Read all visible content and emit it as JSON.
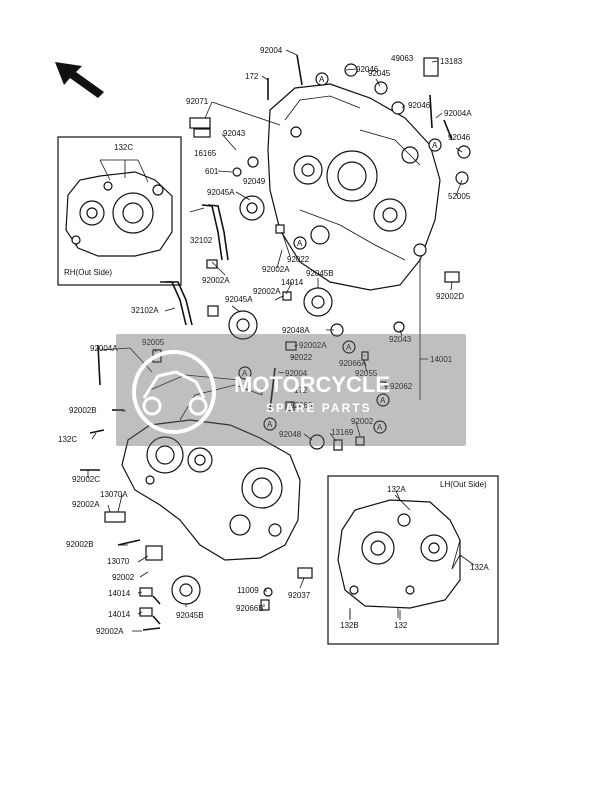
{
  "insets": {
    "rh_caption": "RH(Out Side)",
    "lh_caption": "LH(Out Side)"
  },
  "watermark": {
    "title": "MOTORCYCLE",
    "subtitle": "SPARE PARTS"
  },
  "callouts": [
    {
      "id": "c1",
      "text": "92004"
    },
    {
      "id": "c2",
      "text": "172"
    },
    {
      "id": "c3",
      "text": "92046"
    },
    {
      "id": "c4",
      "text": "92045"
    },
    {
      "id": "c5",
      "text": "49063"
    },
    {
      "id": "c6",
      "text": "13183"
    },
    {
      "id": "c7",
      "text": "92071"
    },
    {
      "id": "c8",
      "text": "92043"
    },
    {
      "id": "c9",
      "text": "16165"
    },
    {
      "id": "c10",
      "text": "601"
    },
    {
      "id": "c11",
      "text": "92049"
    },
    {
      "id": "c12",
      "text": "92045A"
    },
    {
      "id": "c13",
      "text": "32102"
    },
    {
      "id": "c14",
      "text": "92046"
    },
    {
      "id": "c15",
      "text": "92004A"
    },
    {
      "id": "c16",
      "text": "92046"
    },
    {
      "id": "c17",
      "text": "52005"
    },
    {
      "id": "c18",
      "text": "132C"
    },
    {
      "id": "c19",
      "text": "92002A"
    },
    {
      "id": "c20",
      "text": "92022"
    },
    {
      "id": "c21",
      "text": "92002A"
    },
    {
      "id": "c22",
      "text": "92045B"
    },
    {
      "id": "c23",
      "text": "92002A"
    },
    {
      "id": "c24",
      "text": "14014"
    },
    {
      "id": "c25",
      "text": "92002D"
    },
    {
      "id": "c26",
      "text": "32102A"
    },
    {
      "id": "c27",
      "text": "92045A"
    },
    {
      "id": "c28",
      "text": "92048A"
    },
    {
      "id": "c29",
      "text": "92043"
    },
    {
      "id": "c30",
      "text": "92004A"
    },
    {
      "id": "c31",
      "text": "92005"
    },
    {
      "id": "c32",
      "text": "92002A"
    },
    {
      "id": "c33",
      "text": "92022"
    },
    {
      "id": "c34",
      "text": "92066A"
    },
    {
      "id": "c35",
      "text": "14001"
    },
    {
      "id": "c36",
      "text": "92004"
    },
    {
      "id": "c37",
      "text": "92055"
    },
    {
      "id": "c38",
      "text": "92062"
    },
    {
      "id": "c39",
      "text": "172"
    },
    {
      "id": "c40",
      "text": "92002B"
    },
    {
      "id": "c41",
      "text": "92066"
    },
    {
      "id": "c42",
      "text": "132C"
    },
    {
      "id": "c43",
      "text": "92048"
    },
    {
      "id": "c44",
      "text": "13169"
    },
    {
      "id": "c45",
      "text": "92002"
    },
    {
      "id": "c46",
      "text": "92002C"
    },
    {
      "id": "c47",
      "text": "13070A"
    },
    {
      "id": "c48",
      "text": "92002A"
    },
    {
      "id": "c49",
      "text": "92002B"
    },
    {
      "id": "c50",
      "text": "13070"
    },
    {
      "id": "c51",
      "text": "92002"
    },
    {
      "id": "c52",
      "text": "14014"
    },
    {
      "id": "c53",
      "text": "14014"
    },
    {
      "id": "c54",
      "text": "92045B"
    },
    {
      "id": "c55",
      "text": "11009"
    },
    {
      "id": "c56",
      "text": "92066B"
    },
    {
      "id": "c57",
      "text": "92037"
    },
    {
      "id": "c58",
      "text": "92002A"
    },
    {
      "id": "c59",
      "text": "132A"
    },
    {
      "id": "c60",
      "text": "132A"
    },
    {
      "id": "c61",
      "text": "132B"
    },
    {
      "id": "c62",
      "text": "132"
    },
    {
      "id": "c63",
      "text": "A"
    },
    {
      "id": "c64",
      "text": "A"
    },
    {
      "id": "c65",
      "text": "A"
    },
    {
      "id": "c66",
      "text": "A"
    },
    {
      "id": "c67",
      "text": "A"
    },
    {
      "id": "c68",
      "text": "A"
    },
    {
      "id": "c69",
      "text": "A"
    },
    {
      "id": "c70",
      "text": "A"
    }
  ]
}
